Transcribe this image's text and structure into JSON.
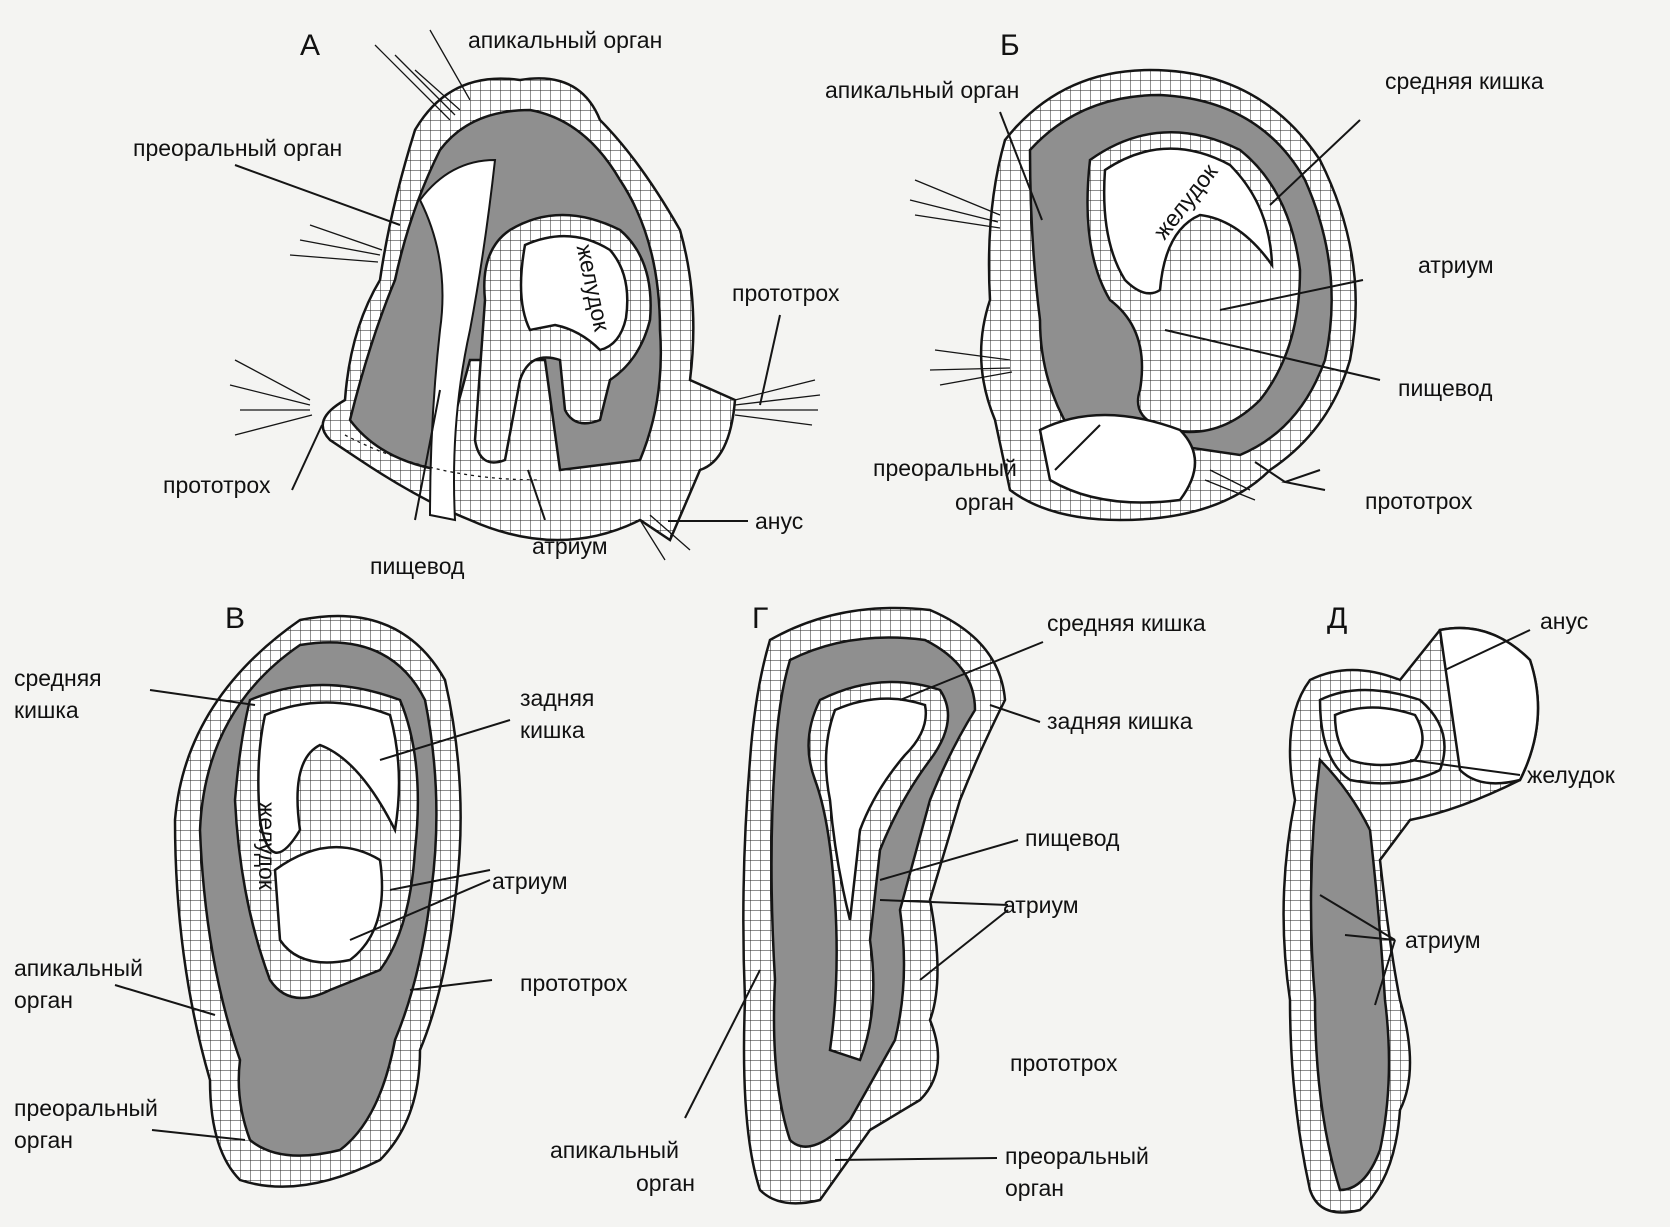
{
  "panels": {
    "A": {
      "letter": "А",
      "apical_organ": "апикальный орган",
      "preoral_organ": "преоральный орган",
      "prototroch_right": "прототрох",
      "prototroch_left": "прототрох",
      "stomach": "желудок",
      "esophagus": "пищевод",
      "atrium": "атриум",
      "anus": "анус"
    },
    "B": {
      "letter": "Б",
      "apical_organ": "апикальный орган",
      "midgut": "средняя кишка",
      "stomach": "желудок",
      "atrium": "атриум",
      "esophagus": "пищевод",
      "preoral_organ_1": "преоральный",
      "preoral_organ_2": "орган",
      "prototroch": "прототрох"
    },
    "V": {
      "letter": "В",
      "midgut_1": "средняя",
      "midgut_2": "кишка",
      "hindgut_1": "задняя",
      "hindgut_2": "кишка",
      "stomach": "желудок",
      "atrium": "атриум",
      "apical_1": "апикальный",
      "apical_2": "орган",
      "prototroch": "прототрох",
      "preoral_1": "преоральный",
      "preoral_2": "орган"
    },
    "G": {
      "letter": "Г",
      "midgut": "средняя кишка",
      "hindgut": "задняя кишка",
      "esophagus": "пищевод",
      "atrium": "атриум",
      "prototroch": "прототрох",
      "apical_1": "апикальный",
      "apical_2": "орган",
      "preoral_1": "преоральный",
      "preoral_2": "орган"
    },
    "D": {
      "letter": "Д",
      "anus": "анус",
      "stomach": "желудок",
      "atrium": "атриум"
    }
  },
  "colors": {
    "tissue": "#8f8f8f",
    "line": "#151515",
    "background": "#f4f4f2",
    "cells": "#ffffff"
  }
}
